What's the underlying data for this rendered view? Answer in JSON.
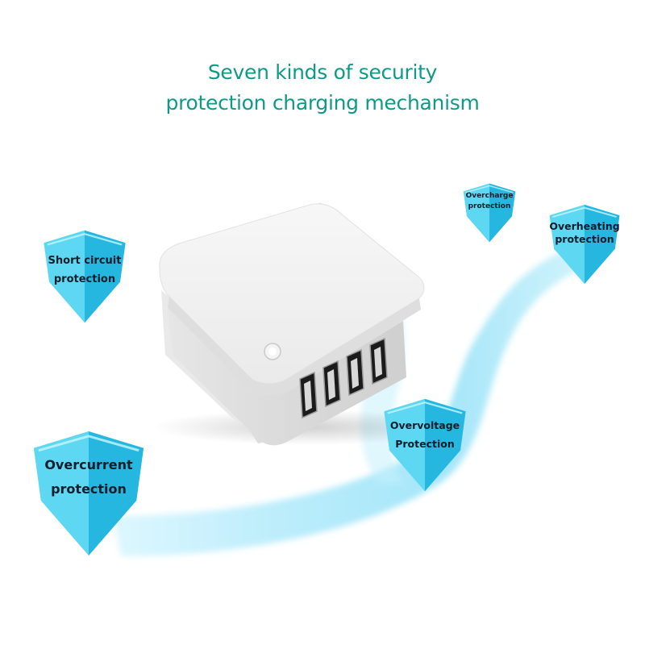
{
  "heading": {
    "line1": "Seven kinds of security",
    "line2": "protection charging mechanism"
  },
  "colors": {
    "heading": "#0f9a86",
    "badge_light": "#9fefff",
    "badge_mid": "#2fc8ec",
    "badge_dark": "#0e8cc2",
    "label_text": "#0b1e2a"
  },
  "product": {
    "icon": "usb-charger-image",
    "usb_port_count": 4
  },
  "badges": {
    "overcharge": {
      "line1": "Overcharge",
      "line2": "protection",
      "icon": "shield-icon"
    },
    "overheating": {
      "line1": "Overheating",
      "line2": "protection",
      "icon": "shield-icon"
    },
    "short_circuit": {
      "line1": "Short circuit",
      "line2": "protection",
      "icon": "shield-icon"
    },
    "overvoltage": {
      "line1": "Overvoltage",
      "line2": "Protection",
      "icon": "shield-icon"
    },
    "overcurrent": {
      "line1": "Overcurrent",
      "line2": "protection",
      "icon": "shield-icon"
    }
  }
}
